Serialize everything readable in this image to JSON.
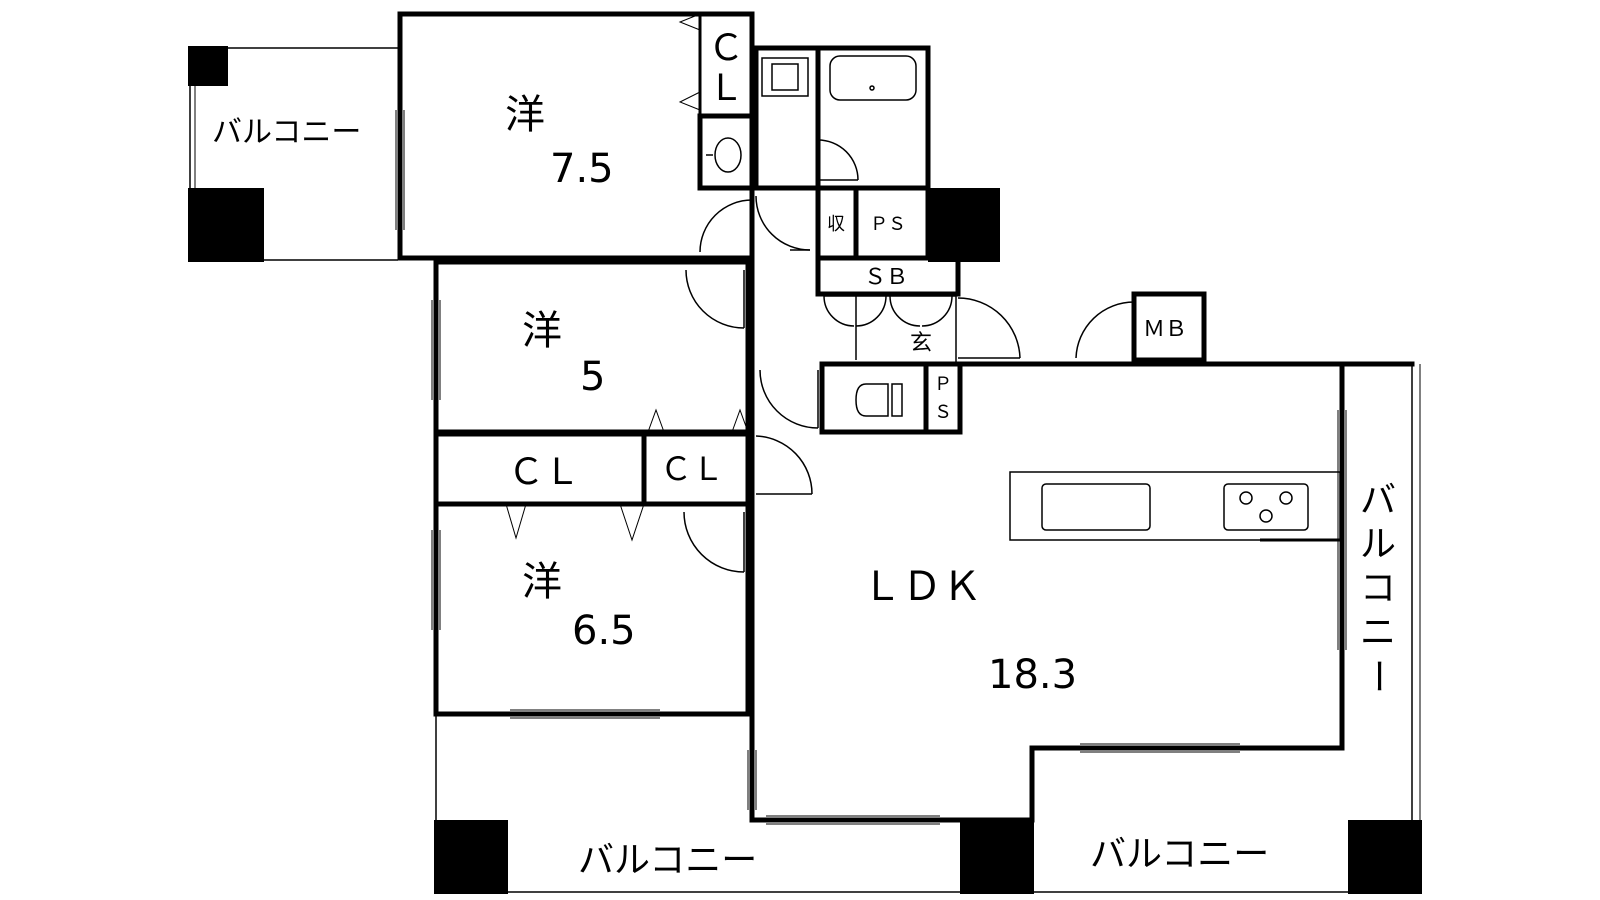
{
  "rooms": {
    "western1": {
      "type": "洋",
      "size": "7.5"
    },
    "western2": {
      "type": "洋",
      "size": "5"
    },
    "western3": {
      "type": "洋",
      "size": "6.5"
    },
    "ldk": {
      "type": "ＬＤＫ",
      "size": "18.3"
    }
  },
  "storage": {
    "cl_top_line1": "Ｃ",
    "cl_top_line2": "Ｌ",
    "cl_wide": "ＣＬ",
    "cl_small": "ＣＬ",
    "shuu": "収",
    "ps_top": "ＰＳ",
    "sb": "ＳＢ",
    "mb": "ＭＢ",
    "ps_right_line1": "Ｐ",
    "ps_right_line2": "Ｓ",
    "genkan": "玄"
  },
  "balconies": {
    "top_left": "バルコニー",
    "bottom_left": "バルコニー",
    "bottom_right": "バルコニー",
    "right_vertical": [
      "バ",
      "ル",
      "コ",
      "ニ",
      "ー"
    ]
  }
}
